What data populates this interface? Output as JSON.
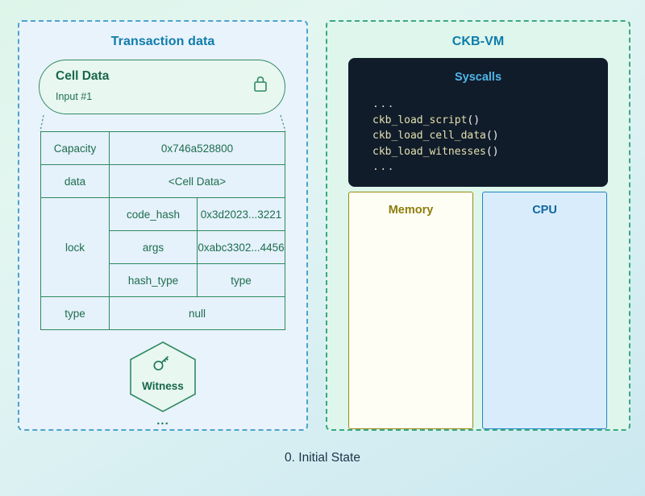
{
  "caption": "0. Initial State",
  "transaction_panel": {
    "title": "Transaction data",
    "cell": {
      "title": "Cell Data",
      "subtitle": "Input #1",
      "lock_icon": "lock-icon"
    },
    "table": {
      "rows": [
        {
          "key": "Capacity",
          "value": "0x746a528800"
        },
        {
          "key": "data",
          "value": "<Cell Data>"
        },
        {
          "key": "lock",
          "sub": [
            {
              "name": "code_hash",
              "value": "0x3d2023...3221"
            },
            {
              "name": "args",
              "value": "0xabc3302...4456"
            },
            {
              "name": "hash_type",
              "value": "type"
            }
          ]
        },
        {
          "key": "type",
          "value": "null"
        }
      ]
    },
    "witness": {
      "label": "Witness",
      "icon": "key-icon"
    },
    "ellipsis": "..."
  },
  "vm_panel": {
    "title": "CKB-VM",
    "syscalls": {
      "title": "Syscalls",
      "lines": [
        {
          "text": "...",
          "type": "dots"
        },
        {
          "text": "ckb_load_script",
          "type": "call"
        },
        {
          "text": "ckb_load_cell_data",
          "type": "call"
        },
        {
          "text": "ckb_load_witnesses",
          "type": "call"
        },
        {
          "text": "...",
          "type": "dots"
        }
      ]
    },
    "memory": {
      "title": "Memory"
    },
    "cpu": {
      "title": "CPU"
    }
  },
  "colors": {
    "tx_panel_border": "#4da3cc",
    "tx_panel_fill": "#e9f3fc",
    "vm_panel_border": "#3aa882",
    "vm_panel_fill": "#def6ec",
    "title_blue": "#0e7cab",
    "green_stroke": "#2f8a60",
    "syscall_bg": "#111c2b",
    "syscall_title": "#4fb6e8",
    "syscall_text": "#e3e0ae",
    "memory_border": "#9c8a10",
    "memory_fill": "#fffef5",
    "cpu_border": "#1f84c8",
    "cpu_fill": "#d9ecfb",
    "caption": "#1c3347"
  }
}
